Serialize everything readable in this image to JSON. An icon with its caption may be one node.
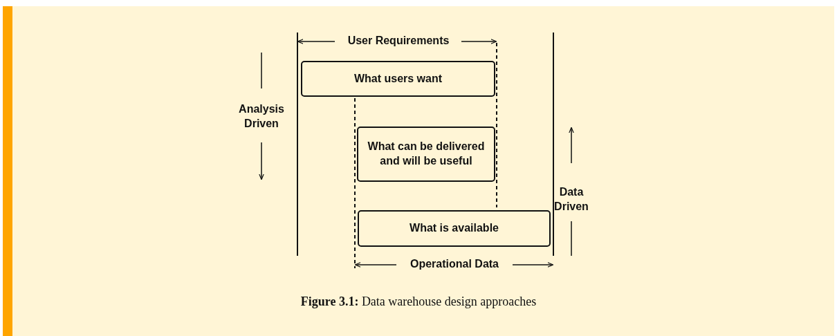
{
  "diagram": {
    "caption": "**Figure 3.1:** Data warehouse design approaches",
    "nodes": [
      {
        "text": [
          "What users want"
        ]
      },
      {
        "text": [
          "What can be delivered and will be useful"
        ]
      },
      {
        "text": [
          "What is available"
        ]
      }
    ],
    "labels": [
      "User Requirements",
      "Analysis Driven",
      "Data Driven",
      "Operational Data"
    ]
  }
}
